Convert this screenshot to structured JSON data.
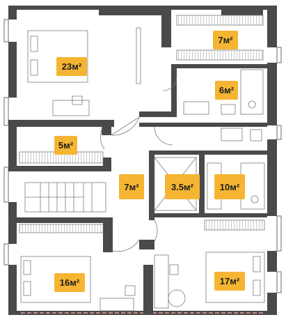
{
  "rooms": [
    {
      "id": "bedroom-top-left",
      "area": "23м²"
    },
    {
      "id": "closet-top-right",
      "area": "7м²"
    },
    {
      "id": "bathroom-top-right",
      "area": "6м²"
    },
    {
      "id": "closet-left-middle",
      "area": "5м²"
    },
    {
      "id": "hallway",
      "area": "7м²"
    },
    {
      "id": "shower-room",
      "area": "3.5м²"
    },
    {
      "id": "bathroom-middle-right",
      "area": "10м²"
    },
    {
      "id": "bedroom-bottom-left",
      "area": "16м²"
    },
    {
      "id": "bedroom-bottom-right",
      "area": "17м²"
    }
  ],
  "colors": {
    "badge": "#f5b532",
    "wall": "#4a4a4a",
    "line": "#6a6a6a",
    "window_accent": "#e6a0a0"
  }
}
